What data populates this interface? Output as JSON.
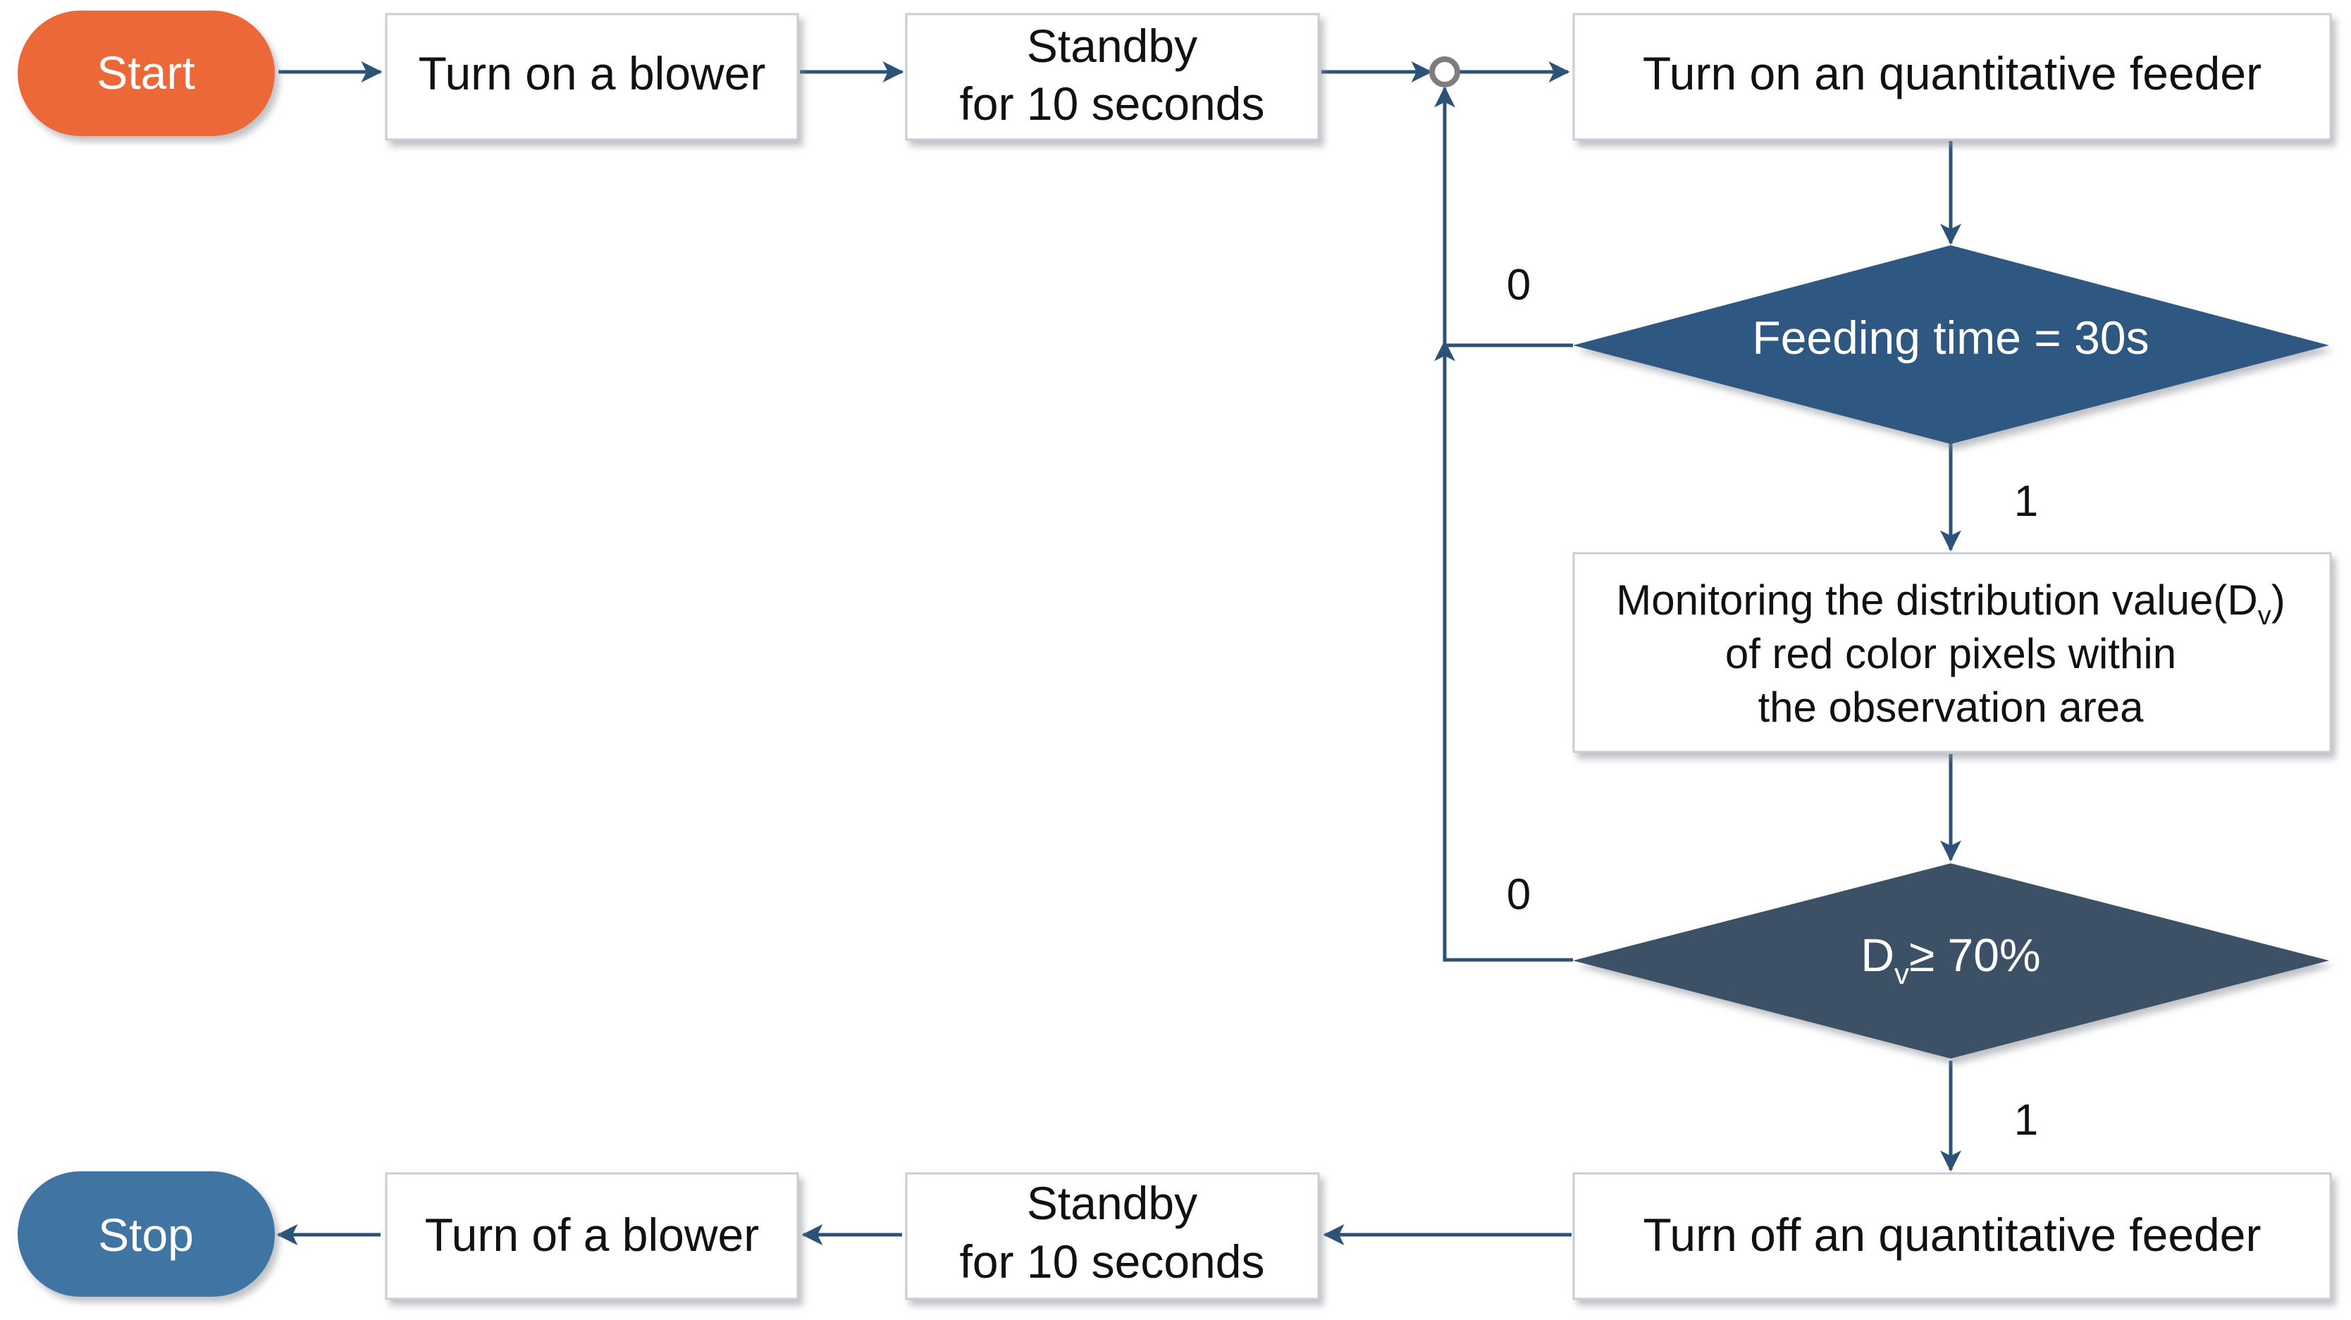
{
  "colors": {
    "start": "#ec6839",
    "stop": "#3f74a3",
    "decision_feeding": "#2f5882",
    "decision_dv": "#3e5166",
    "edge": "#2c5278",
    "box_border": "#c9ced6"
  },
  "nodes": {
    "start": {
      "label": "Start"
    },
    "blower_on": {
      "label": "Turn on a blower"
    },
    "standby_1": {
      "line1": "Standby",
      "line2": "for 10 seconds"
    },
    "feeder_on": {
      "label": "Turn on an quantitative feeder"
    },
    "feeding_decision": {
      "label": "Feeding time = 30s"
    },
    "monitoring": {
      "line1_prefix": "Monitoring the distribution value(D",
      "line1_sub": "v",
      "line1_suffix": ")",
      "line2": "of red color pixels within",
      "line3": "the observation area"
    },
    "dv_decision": {
      "prefix": "D",
      "sub": "v",
      "suffix": "≥ 70%"
    },
    "feeder_off": {
      "label": "Turn off an quantitative feeder"
    },
    "standby_2": {
      "line1": "Standby",
      "line2": "for 10 seconds"
    },
    "blower_off": {
      "label": "Turn of a blower"
    },
    "stop": {
      "label": "Stop"
    }
  },
  "branch_labels": {
    "feeding_no": "0",
    "feeding_yes": "1",
    "dv_no": "0",
    "dv_yes": "1"
  }
}
